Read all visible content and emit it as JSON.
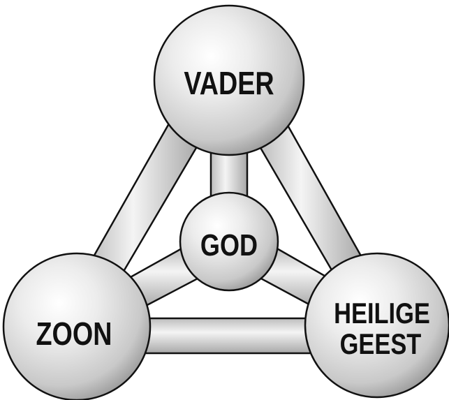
{
  "diagram": {
    "nodes": {
      "top": {
        "label": "VADER"
      },
      "center": {
        "label": "GOD"
      },
      "left": {
        "label": "ZOON"
      },
      "right": {
        "line1": "HEILIGE",
        "line2": "GEEST"
      }
    }
  },
  "colors": {
    "sphere_highlight": "#ffffff",
    "sphere_mid": "#d9d9d9",
    "sphere_shadow": "#8c8c8c",
    "outline": "#111111",
    "label": "#111111"
  }
}
